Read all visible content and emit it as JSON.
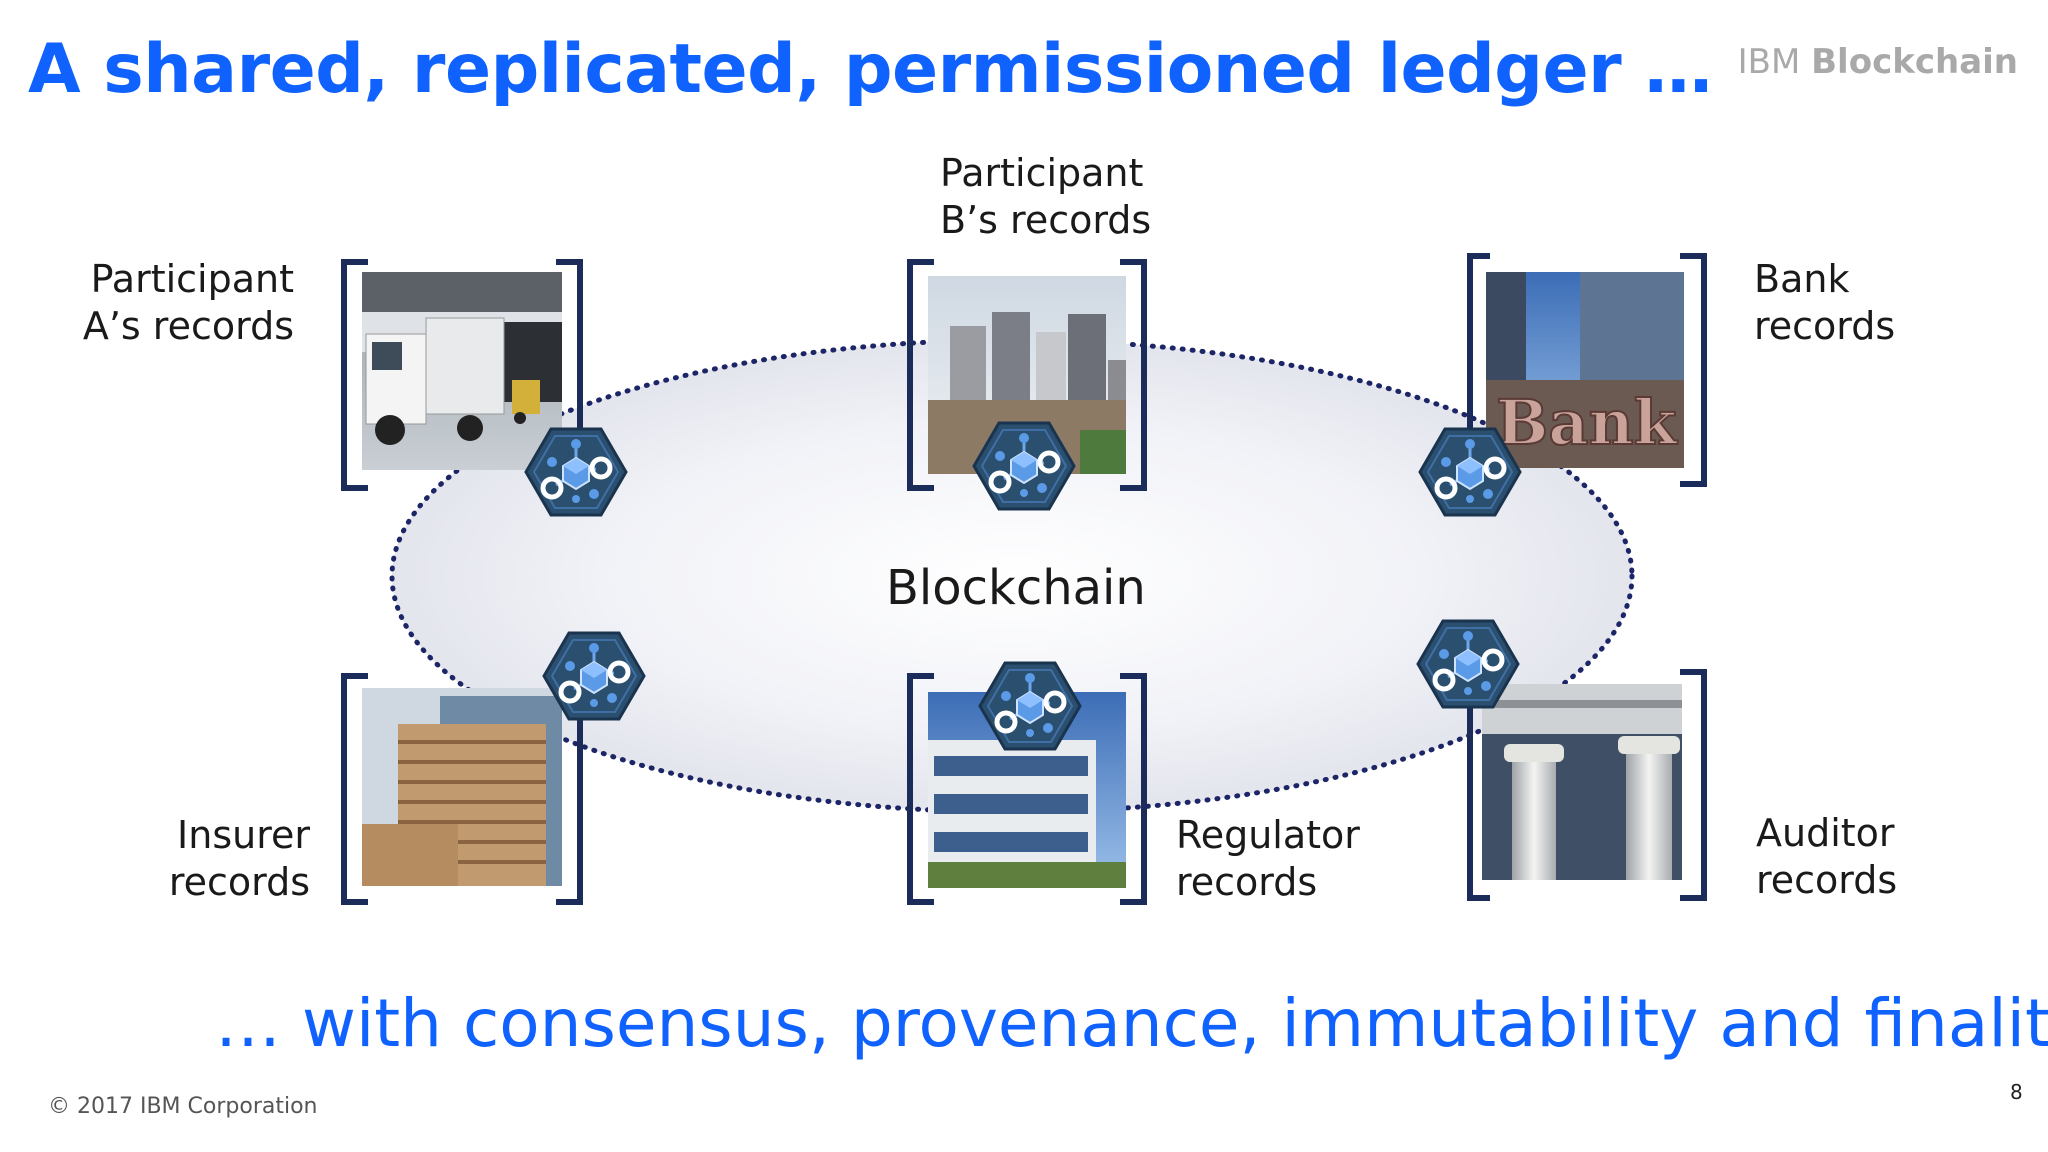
{
  "slide": {
    "title": "A shared, replicated, permissioned ledger …",
    "brand": {
      "name": "IBM",
      "product": "Blockchain"
    },
    "center_label": "Blockchain",
    "tagline": "… with consensus, provenance, immutability and finality",
    "footer": "© 2017 IBM Corporation",
    "page_number": "8"
  },
  "participants": [
    {
      "id": "participant-a",
      "line1": "Participant",
      "line2": "A’s records",
      "picture": "truck-warehouse"
    },
    {
      "id": "participant-b",
      "line1": "Participant",
      "line2": "B’s records",
      "picture": "city-skyline"
    },
    {
      "id": "bank",
      "line1": "Bank",
      "line2": "records",
      "picture": "bank-building"
    },
    {
      "id": "insurer",
      "line1": "Insurer",
      "line2": "records",
      "picture": "office-tower"
    },
    {
      "id": "regulator",
      "line1": "Regulator",
      "line2": "records",
      "picture": "glass-office-building"
    },
    {
      "id": "auditor",
      "line1": "Auditor",
      "line2": "records",
      "picture": "columns"
    }
  ],
  "colors": {
    "title": "#0f62fe",
    "bracket": "#1c2c5a",
    "hexagon_fill": "#2b4f6e",
    "hexagon_inner": "#5a9ae6",
    "ellipse_dots": "#1c2566",
    "brand_gray": "#a9a9a9"
  },
  "icons": [
    "blockchain-node-hexagon-icon"
  ]
}
